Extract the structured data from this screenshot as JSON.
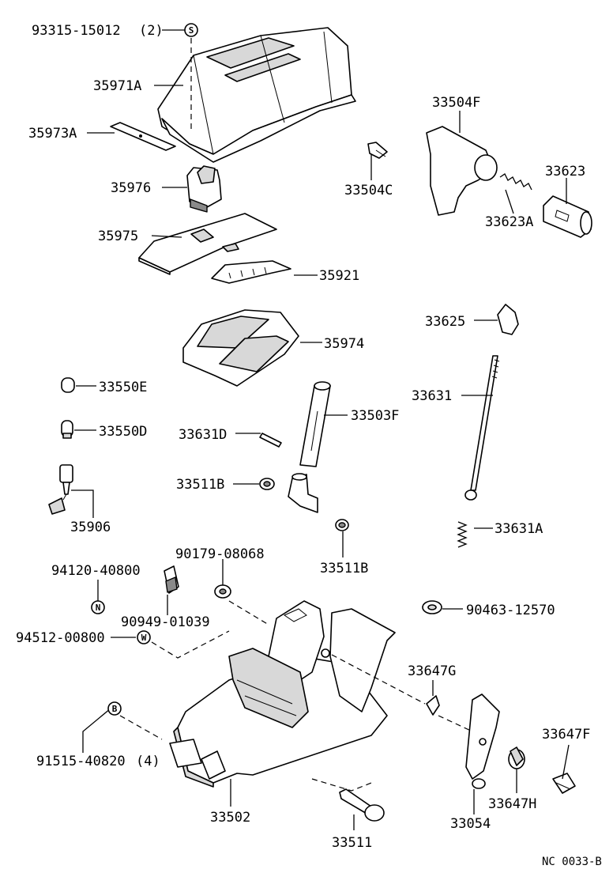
{
  "parts": [
    {
      "id": "p1",
      "number": "93315-15012",
      "qty": "(2)",
      "symbol": "S"
    },
    {
      "id": "p2",
      "number": "35971A"
    },
    {
      "id": "p3",
      "number": "35973A"
    },
    {
      "id": "p4",
      "number": "35976"
    },
    {
      "id": "p5",
      "number": "35975"
    },
    {
      "id": "p6",
      "number": "35921"
    },
    {
      "id": "p7",
      "number": "35974"
    },
    {
      "id": "p8",
      "number": "33504F"
    },
    {
      "id": "p9",
      "number": "33504C"
    },
    {
      "id": "p10",
      "number": "33623"
    },
    {
      "id": "p11",
      "number": "33623A"
    },
    {
      "id": "p12",
      "number": "33625"
    },
    {
      "id": "p13",
      "number": "33631"
    },
    {
      "id": "p14",
      "number": "33550E"
    },
    {
      "id": "p15",
      "number": "33550D"
    },
    {
      "id": "p16",
      "number": "33631D"
    },
    {
      "id": "p17",
      "number": "33503F"
    },
    {
      "id": "p18",
      "number": "33511B"
    },
    {
      "id": "p19",
      "number": "33511B"
    },
    {
      "id": "p20",
      "number": "35906"
    },
    {
      "id": "p21",
      "number": "33631A"
    },
    {
      "id": "p22",
      "number": "94120-40800",
      "symbol": "N"
    },
    {
      "id": "p23",
      "number": "90179-08068"
    },
    {
      "id": "p24",
      "number": "90949-01039"
    },
    {
      "id": "p25",
      "number": "94512-00800",
      "symbol": "W"
    },
    {
      "id": "p26",
      "number": "90463-12570"
    },
    {
      "id": "p27",
      "number": "33647G"
    },
    {
      "id": "p28",
      "number": "91515-40820",
      "qty": "(4)",
      "symbol": "B"
    },
    {
      "id": "p29",
      "number": "33647F"
    },
    {
      "id": "p30",
      "number": "33502"
    },
    {
      "id": "p31",
      "number": "33054"
    },
    {
      "id": "p32",
      "number": "33647H"
    },
    {
      "id": "p33",
      "number": "33511"
    }
  ],
  "diagram_code": "NC 0033-B"
}
